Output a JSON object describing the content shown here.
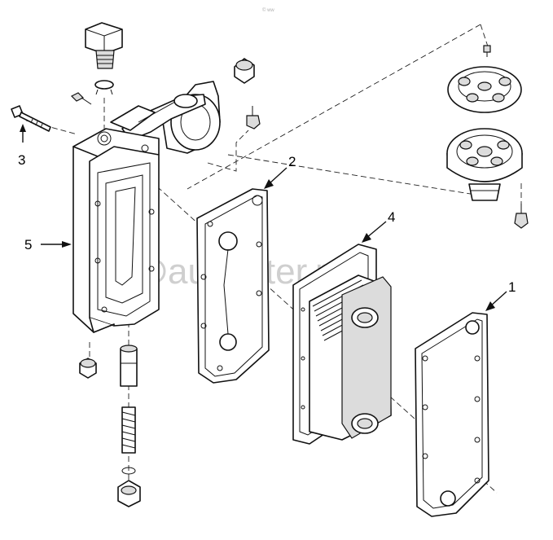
{
  "diagram": {
    "callouts": [
      {
        "id": "1",
        "text": "1"
      },
      {
        "id": "2",
        "text": "2"
      },
      {
        "id": "3",
        "text": "3"
      },
      {
        "id": "4",
        "text": "4"
      },
      {
        "id": "5",
        "text": "5"
      }
    ],
    "watermark": "autopiter.ru",
    "corner_mark": "© ww"
  }
}
